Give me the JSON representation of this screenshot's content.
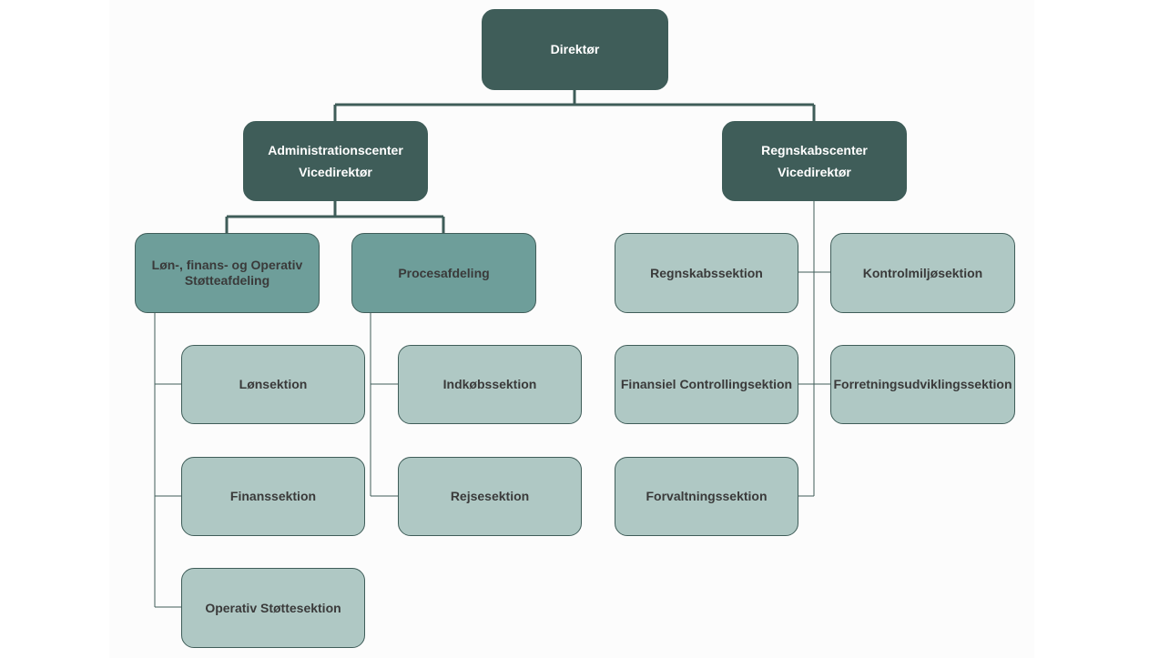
{
  "colors": {
    "top_fill": "#3f5d59",
    "dept_fill": "#6e9e9a",
    "section_fill": "#afc8c4",
    "connector": "#3f5d59"
  },
  "director": {
    "label": "Direktør"
  },
  "admin_center": {
    "line1": "Administrationscenter",
    "line2": "Vicedirektør"
  },
  "accounting_center": {
    "line1": "Regnskabscenter",
    "line2": "Vicedirektør"
  },
  "departments": {
    "payroll_finance_ops": {
      "line1": "Løn-, finans- og Operativ",
      "line2": "Støtteafdeling"
    },
    "process": {
      "label": "Procesafdeling"
    }
  },
  "sections": {
    "payroll": "Lønsektion",
    "finance": "Finanssektion",
    "operative_support": "Operativ Støttesektion",
    "procurement": "Indkøbssektion",
    "travel": "Rejsesektion",
    "accounting": "Regnskabssektion",
    "financial_controlling": "Finansiel Controllingsektion",
    "administration": "Forvaltningssektion",
    "control_environment": "Kontrolmiljøsektion",
    "business_development": "Forretningsudviklingssektion"
  }
}
